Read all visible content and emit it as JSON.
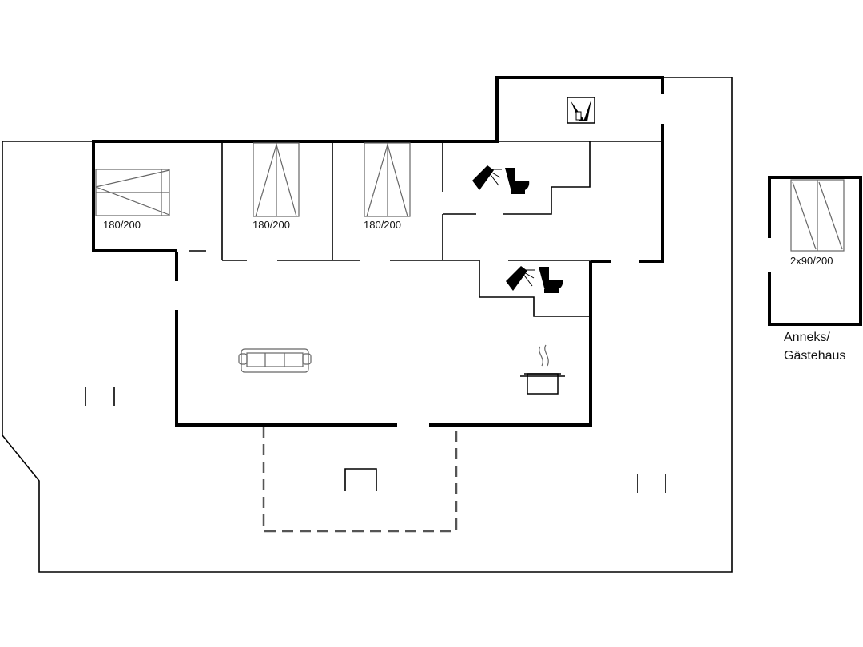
{
  "beds": {
    "bedroom_1": "180/200",
    "bedroom_2": "180/200",
    "bedroom_3": "180/200",
    "annex": "2x90/200"
  },
  "annex_caption": {
    "line1": "Anneks/",
    "line2": "Gästehaus"
  },
  "icons": {
    "boiler": "boiler-icon",
    "shower": "shower-icon",
    "toilet": "toilet-icon",
    "sofa": "sofa-icon",
    "cooking_pot": "cooking-pot-icon",
    "outdoor_table": "table-icon"
  }
}
